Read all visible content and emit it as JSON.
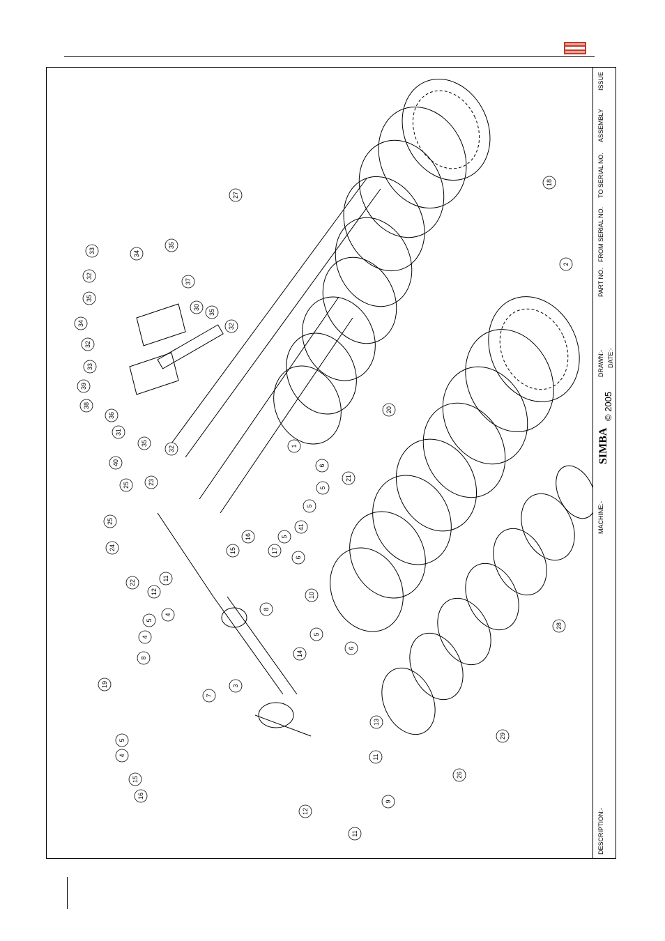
{
  "logo": {
    "label": "SIMBA",
    "color": "#c0392b"
  },
  "title_block": {
    "issue": "ISSUE",
    "assembly": "ASSEMBLY",
    "to_serial": "TO SERIAL NO.",
    "from_serial": "FROM SERIAL NO.",
    "part_no": "PART NO.",
    "drawn": "DRAWN:-",
    "date": "DATE:-",
    "brand": "SIMBA",
    "copyright": "© 2005",
    "machine": "MACHINE:-",
    "description": "DESCRIPTION:-"
  },
  "callouts": [
    {
      "n": "33"
    },
    {
      "n": "34"
    },
    {
      "n": "35"
    },
    {
      "n": "32"
    },
    {
      "n": "35"
    },
    {
      "n": "37"
    },
    {
      "n": "27"
    },
    {
      "n": "34"
    },
    {
      "n": "32"
    },
    {
      "n": "30"
    },
    {
      "n": "35"
    },
    {
      "n": "32"
    },
    {
      "n": "33"
    },
    {
      "n": "39"
    },
    {
      "n": "38"
    },
    {
      "n": "36"
    },
    {
      "n": "31"
    },
    {
      "n": "35"
    },
    {
      "n": "32"
    },
    {
      "n": "40"
    },
    {
      "n": "1"
    },
    {
      "n": "6"
    },
    {
      "n": "5"
    },
    {
      "n": "5"
    },
    {
      "n": "41"
    },
    {
      "n": "23"
    },
    {
      "n": "25"
    },
    {
      "n": "25"
    },
    {
      "n": "24"
    },
    {
      "n": "22"
    },
    {
      "n": "16"
    },
    {
      "n": "15"
    },
    {
      "n": "17"
    },
    {
      "n": "5"
    },
    {
      "n": "6"
    },
    {
      "n": "8"
    },
    {
      "n": "11"
    },
    {
      "n": "12"
    },
    {
      "n": "4"
    },
    {
      "n": "5"
    },
    {
      "n": "4"
    },
    {
      "n": "8"
    },
    {
      "n": "19"
    },
    {
      "n": "7"
    },
    {
      "n": "3"
    },
    {
      "n": "10"
    },
    {
      "n": "14"
    },
    {
      "n": "5"
    },
    {
      "n": "6"
    },
    {
      "n": "5"
    },
    {
      "n": "4"
    },
    {
      "n": "15"
    },
    {
      "n": "16"
    },
    {
      "n": "12"
    },
    {
      "n": "11"
    },
    {
      "n": "13"
    },
    {
      "n": "11"
    },
    {
      "n": "9"
    },
    {
      "n": "21"
    },
    {
      "n": "20"
    },
    {
      "n": "18"
    },
    {
      "n": "2"
    },
    {
      "n": "28"
    },
    {
      "n": "29"
    },
    {
      "n": "26"
    }
  ]
}
